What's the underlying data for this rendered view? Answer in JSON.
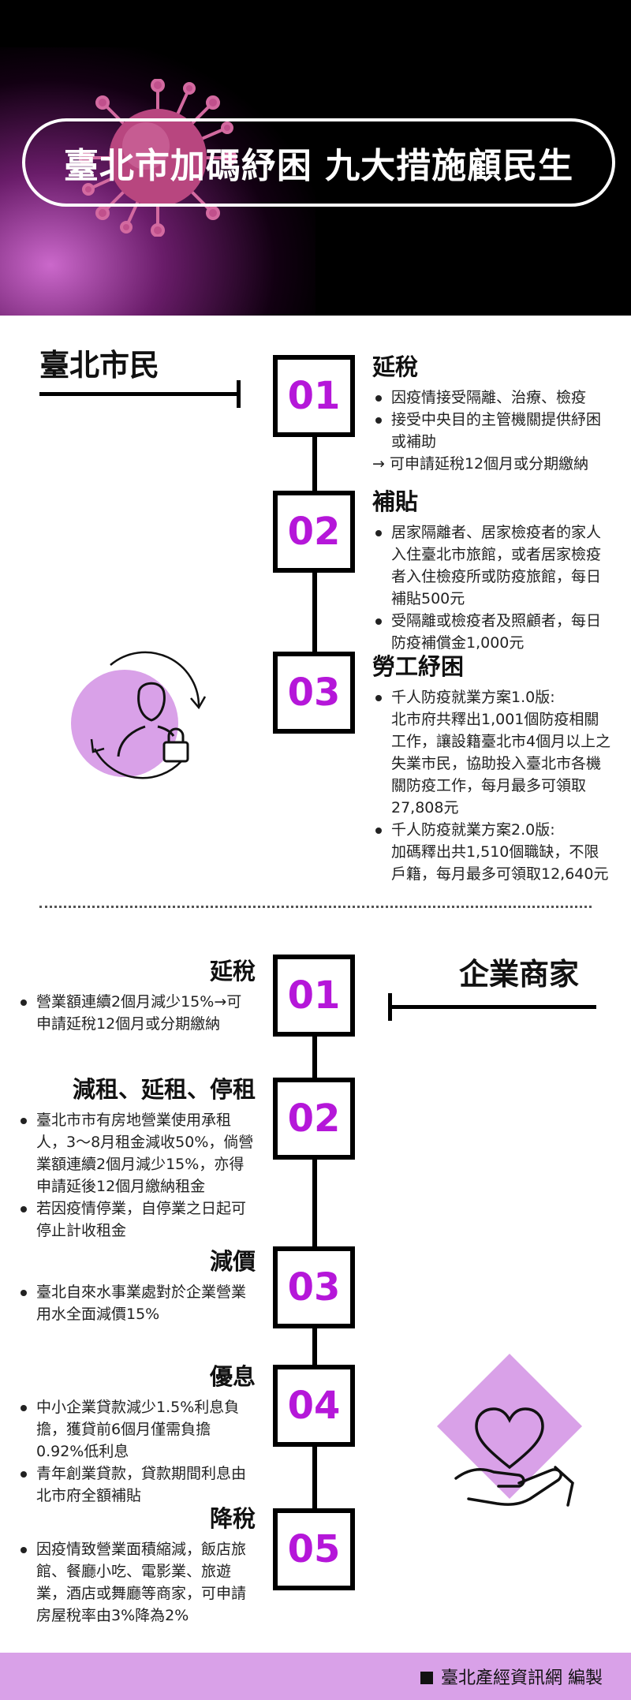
{
  "header": {
    "title": "臺北市加碼紓困 九大措施顧民生"
  },
  "citizens": {
    "label": "臺北市民",
    "items": [
      {
        "num": "01",
        "title": "延稅",
        "bullets": [
          "因疫情接受隔離、治療、檢疫",
          "接受中央目的主管機關提供紓困或補助"
        ],
        "note": "→ 可申請延稅12個月或分期繳納"
      },
      {
        "num": "02",
        "title": "補貼",
        "bullets": [
          "居家隔離者、居家檢疫者的家人入住臺北市旅館，或者居家檢疫者入住檢疫所或防疫旅館，每日補貼500元",
          "受隔離或檢疫者及照顧者，每日防疫補償金1,000元"
        ]
      },
      {
        "num": "03",
        "title": "勞工紓困",
        "bullets": [
          {
            "head": "千人防疫就業方案1.0版:",
            "body": "北市府共釋出1,001個防疫相關工作，讓設籍臺北市4個月以上之失業市民，協助投入臺北市各機關防疫工作，每月最多可領取27,808元"
          },
          {
            "head": "千人防疫就業方案2.0版:",
            "body": "加碼釋出共1,510個職缺，不限戶籍，每月最多可領取12,640元"
          }
        ]
      }
    ]
  },
  "business": {
    "label": "企業商家",
    "items": [
      {
        "num": "01",
        "title": "延稅",
        "bullets": [
          "營業額連續2個月減少15%→可申請延稅12個月或分期繳納"
        ]
      },
      {
        "num": "02",
        "title": "減租、延租、停租",
        "bullets": [
          "臺北市市有房地營業使用承租人，3〜8月租金減收50%，倘營業額連續2個月減少15%，亦得申請延後12個月繳納租金",
          "若因疫情停業，自停業之日起可停止計收租金"
        ]
      },
      {
        "num": "03",
        "title": "減價",
        "bullets": [
          "臺北自來水事業處對於企業營業用水全面減價15%"
        ]
      },
      {
        "num": "04",
        "title": "優息",
        "bullets": [
          "中小企業貸款減少1.5%利息負擔，獲貸前6個月僅需負擔0.92%低利息",
          "青年創業貸款，貸款期間利息由北市府全額補貼"
        ]
      },
      {
        "num": "05",
        "title": "降稅",
        "bullets": [
          "因疫情致營業面積縮減，飯店旅館、餐廳小吃、電影業、旅遊業，酒店或舞廳等商家，可申請房屋稅率由3%降為2%"
        ]
      }
    ]
  },
  "footer": {
    "credit": "臺北產經資訊網  編製"
  },
  "colors": {
    "accent": "#b517d9",
    "lavender": "#d9a1e8",
    "header_bg": "#000000"
  },
  "icons": [
    "virus-icon",
    "person-lock-icon",
    "heart-hand-icon"
  ]
}
